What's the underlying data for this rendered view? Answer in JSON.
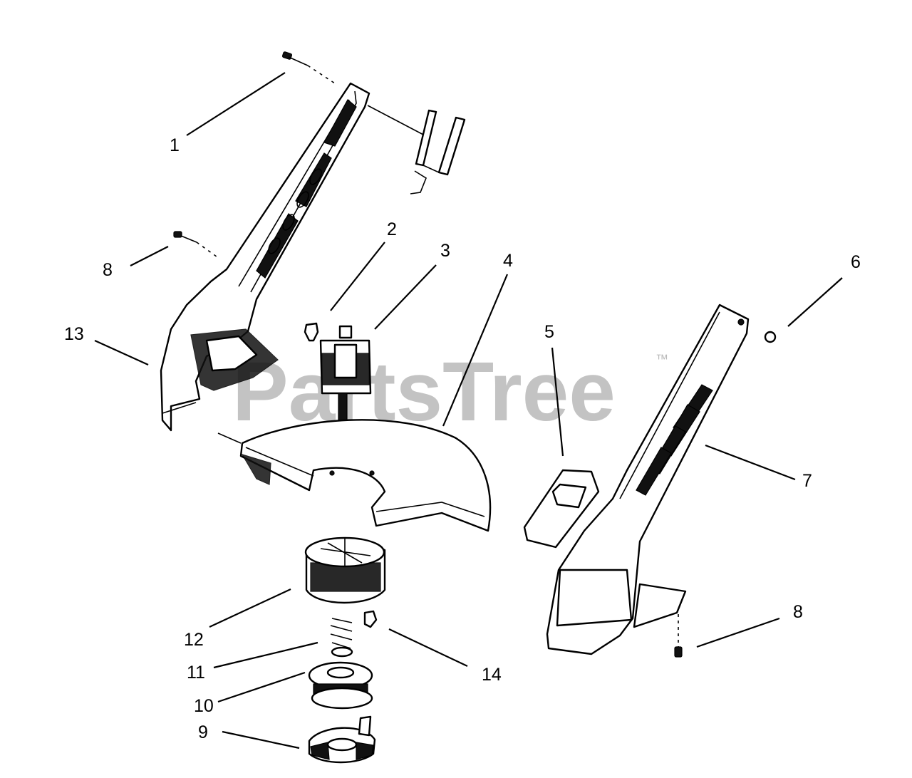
{
  "watermark": {
    "brand": "PartsTree",
    "trademark": "™"
  },
  "callouts": [
    {
      "id": "c1",
      "label": "1"
    },
    {
      "id": "c2",
      "label": "2"
    },
    {
      "id": "c3",
      "label": "3"
    },
    {
      "id": "c4",
      "label": "4"
    },
    {
      "id": "c5",
      "label": "5"
    },
    {
      "id": "c6",
      "label": "6"
    },
    {
      "id": "c7",
      "label": "7"
    },
    {
      "id": "c8a",
      "label": "8"
    },
    {
      "id": "c8b",
      "label": "8"
    },
    {
      "id": "c9",
      "label": "9"
    },
    {
      "id": "c10",
      "label": "10"
    },
    {
      "id": "c11",
      "label": "11"
    },
    {
      "id": "c12",
      "label": "12"
    },
    {
      "id": "c13",
      "label": "13"
    },
    {
      "id": "c14",
      "label": "14"
    }
  ]
}
